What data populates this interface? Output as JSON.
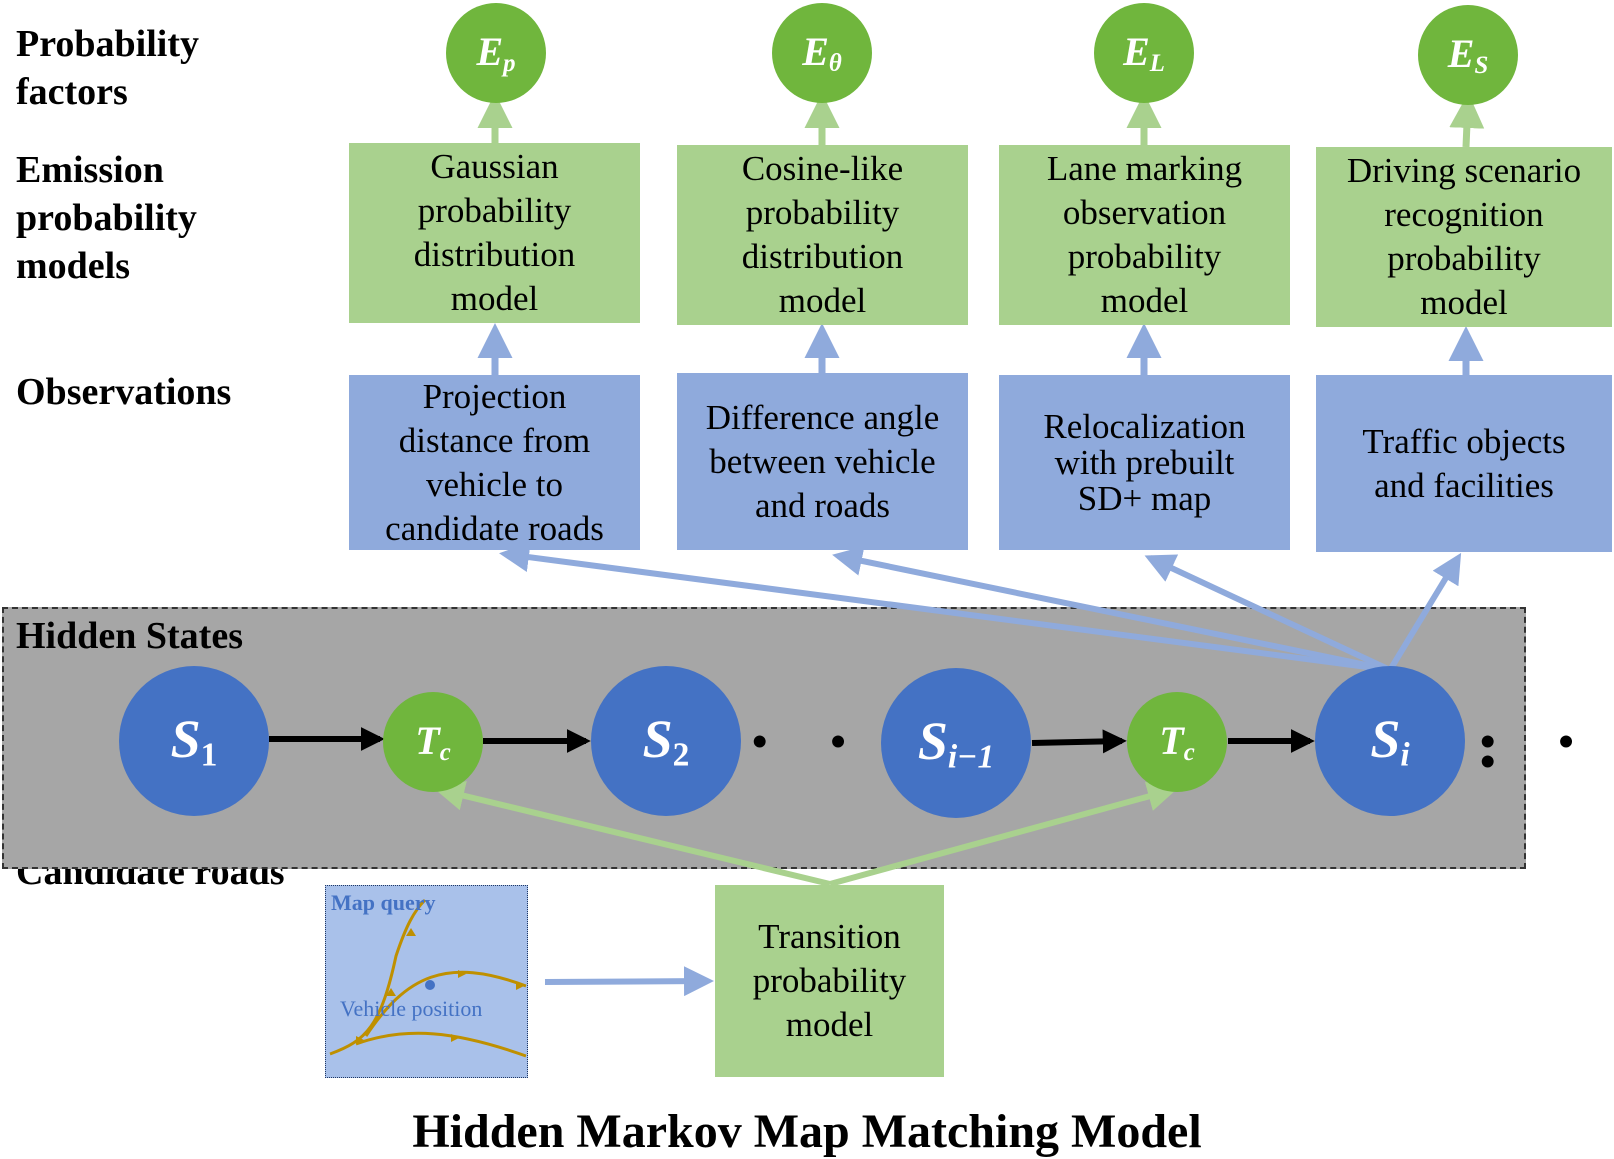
{
  "row_labels": {
    "probability_factors": [
      "Probability",
      "factors"
    ],
    "emission_models": [
      "Emission",
      "probability",
      "models"
    ],
    "observations": "Observations",
    "hidden_states": "Hidden States",
    "candidate_roads": "Candidate roads"
  },
  "factors": [
    {
      "base": "E",
      "sub": "p"
    },
    {
      "base": "E",
      "sub": "θ"
    },
    {
      "base": "E",
      "sub": "L"
    },
    {
      "base": "E",
      "sub": "S"
    }
  ],
  "emission_models": [
    [
      "Gaussian",
      "probability",
      "distribution",
      "model"
    ],
    [
      "Cosine-like",
      "probability",
      "distribution",
      "model"
    ],
    [
      "Lane marking",
      "observation",
      "probability",
      "model"
    ],
    [
      "Driving scenario",
      "recognition",
      "probability",
      "model"
    ]
  ],
  "observations": [
    [
      "Projection",
      "distance from",
      "vehicle to",
      "candidate roads"
    ],
    [
      "Difference angle",
      "between vehicle",
      "and roads"
    ],
    [
      "Relocalization",
      "with prebuilt",
      "SD+ map"
    ],
    [
      "Traffic objects",
      "and facilities"
    ]
  ],
  "states": [
    {
      "base": "S",
      "sub": "1"
    },
    {
      "base": "T",
      "sub": "c"
    },
    {
      "base": "S",
      "sub": "2"
    },
    {
      "base": "S",
      "sub": "i−1"
    },
    {
      "base": "T",
      "sub": "c"
    },
    {
      "base": "S",
      "sub": "i"
    }
  ],
  "ellipsis": "• • •",
  "map_query": {
    "title": "Map query",
    "vehicle_label": "Vehicle position"
  },
  "transition_model": [
    "Transition",
    "probability",
    "model"
  ],
  "title": "Hidden Markov Map Matching Model",
  "colors": {
    "green_box": "#a9d18e",
    "blue_box": "#8faadc",
    "green_circle": "#70b63d",
    "blue_circle": "#4472c4",
    "hidden_band": "#a6a6a6",
    "road": "#bf9000"
  }
}
